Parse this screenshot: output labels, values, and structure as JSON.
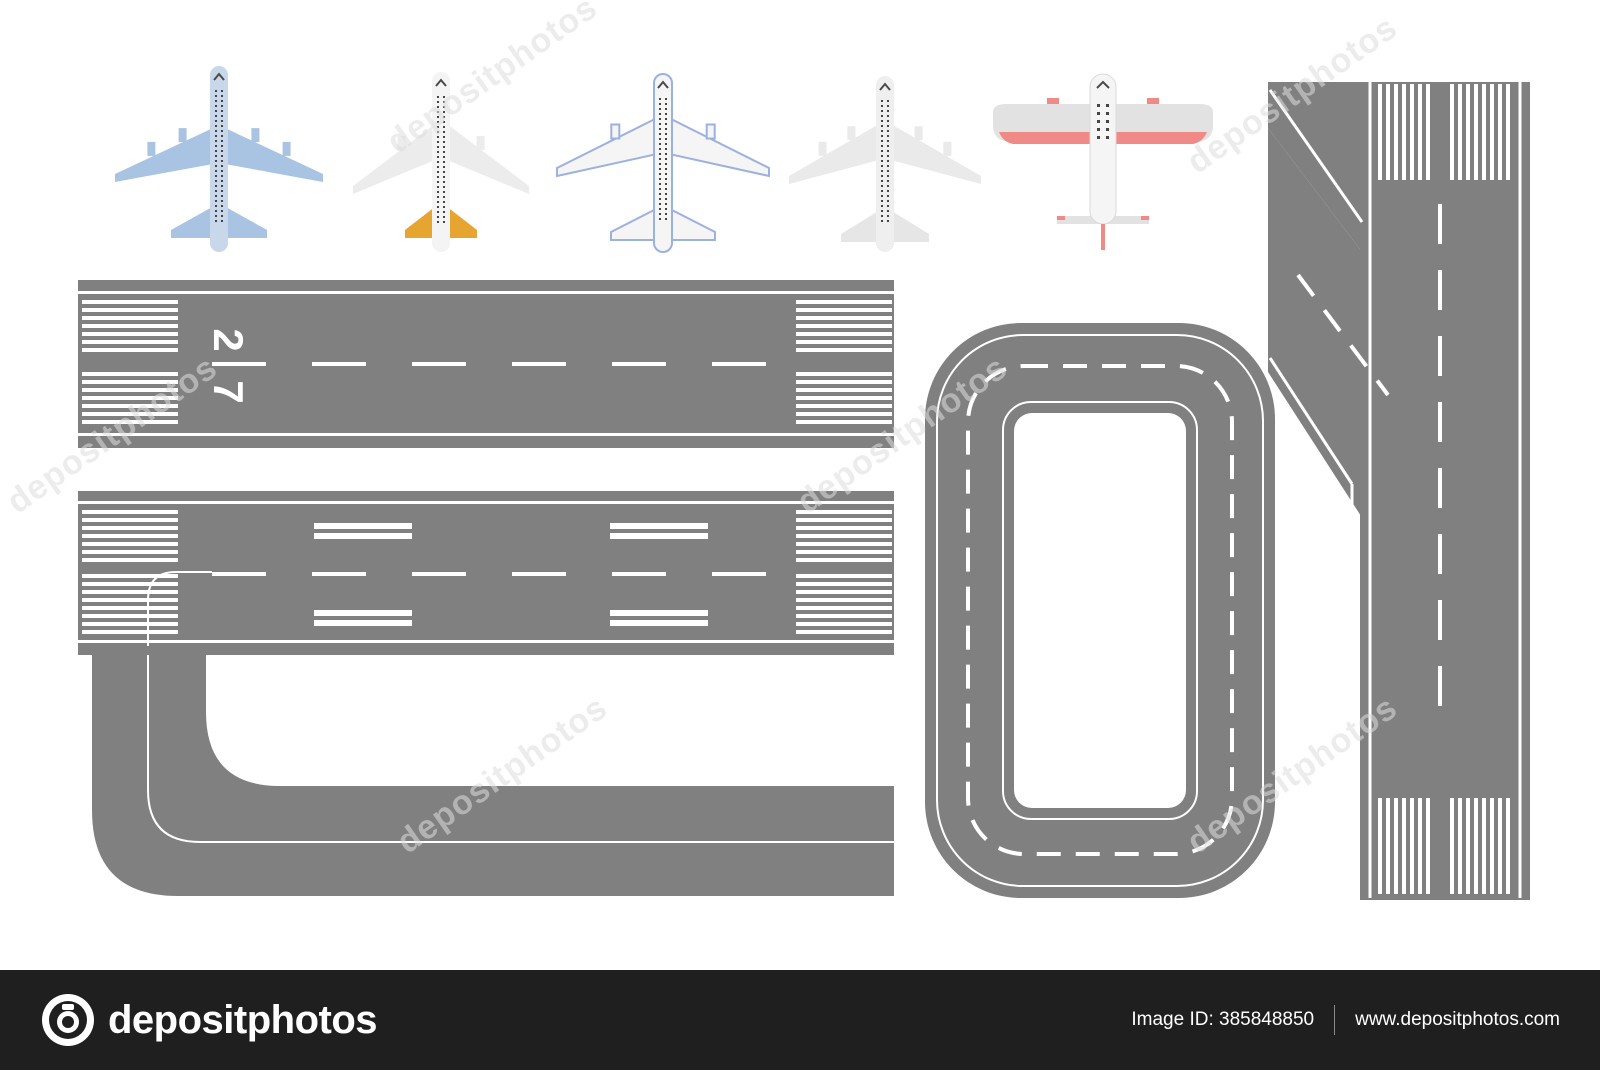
{
  "runway_number": {
    "top": "2",
    "bottom": "7"
  },
  "planes": [
    {
      "name": "airliner-blue",
      "fuselage": "#c8d8ea",
      "wing": "#a9c3e3",
      "tail": "#a9c3e3",
      "engines": 4
    },
    {
      "name": "jet-white-orange",
      "fuselage": "#f4f4f4",
      "wing": "#ececec",
      "tail": "#e5a530",
      "engines": 2
    },
    {
      "name": "jet-white-blue-outline",
      "fuselage": "#f5f5f5",
      "wing": "#f5f5f5",
      "tail": "#f5f5f5",
      "outline": "#9db1e0",
      "engines": 2
    },
    {
      "name": "jet-light-grey",
      "fuselage": "#efefef",
      "wing": "#eaeaea",
      "tail": "#e6e6e6",
      "engines": 4
    },
    {
      "name": "propeller-plane-red",
      "fuselage": "#f5f5f5",
      "wing": "#e2e2e2",
      "accent": "#ef8a86",
      "engines": 2
    }
  ],
  "colors": {
    "asphalt": "#808080",
    "marking": "#ffffff",
    "footer_bg": "#1f1f1f"
  },
  "footer": {
    "brand": "depositphotos",
    "image_id": "Image ID: 385848850",
    "website": "www.depositphotos.com"
  },
  "watermark": {
    "text": "depositphotos"
  }
}
